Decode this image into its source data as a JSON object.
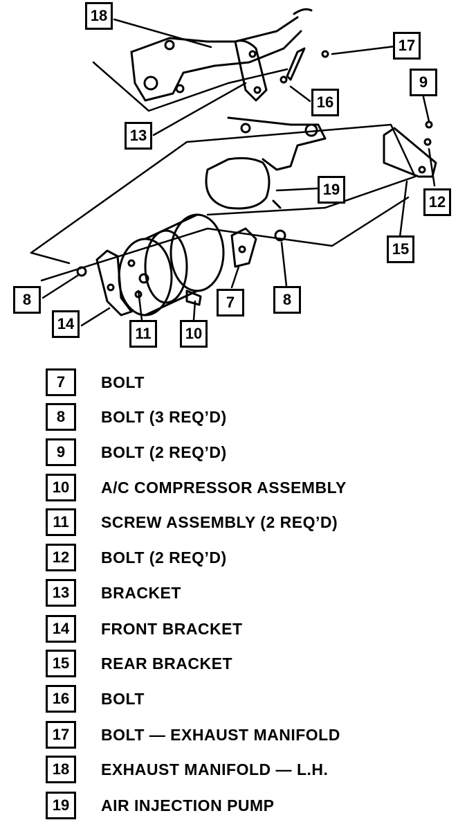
{
  "callouts": {
    "c18": "18",
    "c17": "17",
    "c9": "9",
    "c16": "16",
    "c13": "13",
    "c19": "19",
    "c12": "12",
    "c15": "15",
    "c8_left": "8",
    "c14": "14",
    "c11": "11",
    "c10": "10",
    "c7": "7",
    "c8_right": "8"
  },
  "legend": [
    {
      "num": "7",
      "text": "BOLT"
    },
    {
      "num": "8",
      "text": "BOLT (3 REQ’D)"
    },
    {
      "num": "9",
      "text": "BOLT (2 REQ’D)"
    },
    {
      "num": "10",
      "text": "A/C COMPRESSOR ASSEMBLY"
    },
    {
      "num": "11",
      "text": "SCREW ASSEMBLY (2 REQ’D)"
    },
    {
      "num": "12",
      "text": "BOLT (2 REQ’D)"
    },
    {
      "num": "13",
      "text": "BRACKET"
    },
    {
      "num": "14",
      "text": "FRONT BRACKET"
    },
    {
      "num": "15",
      "text": "REAR BRACKET"
    },
    {
      "num": "16",
      "text": "BOLT"
    },
    {
      "num": "17",
      "text": "BOLT — EXHAUST MANIFOLD"
    },
    {
      "num": "18",
      "text": "EXHAUST MANIFOLD — L.H."
    },
    {
      "num": "19",
      "text": "AIR INJECTION PUMP"
    }
  ]
}
